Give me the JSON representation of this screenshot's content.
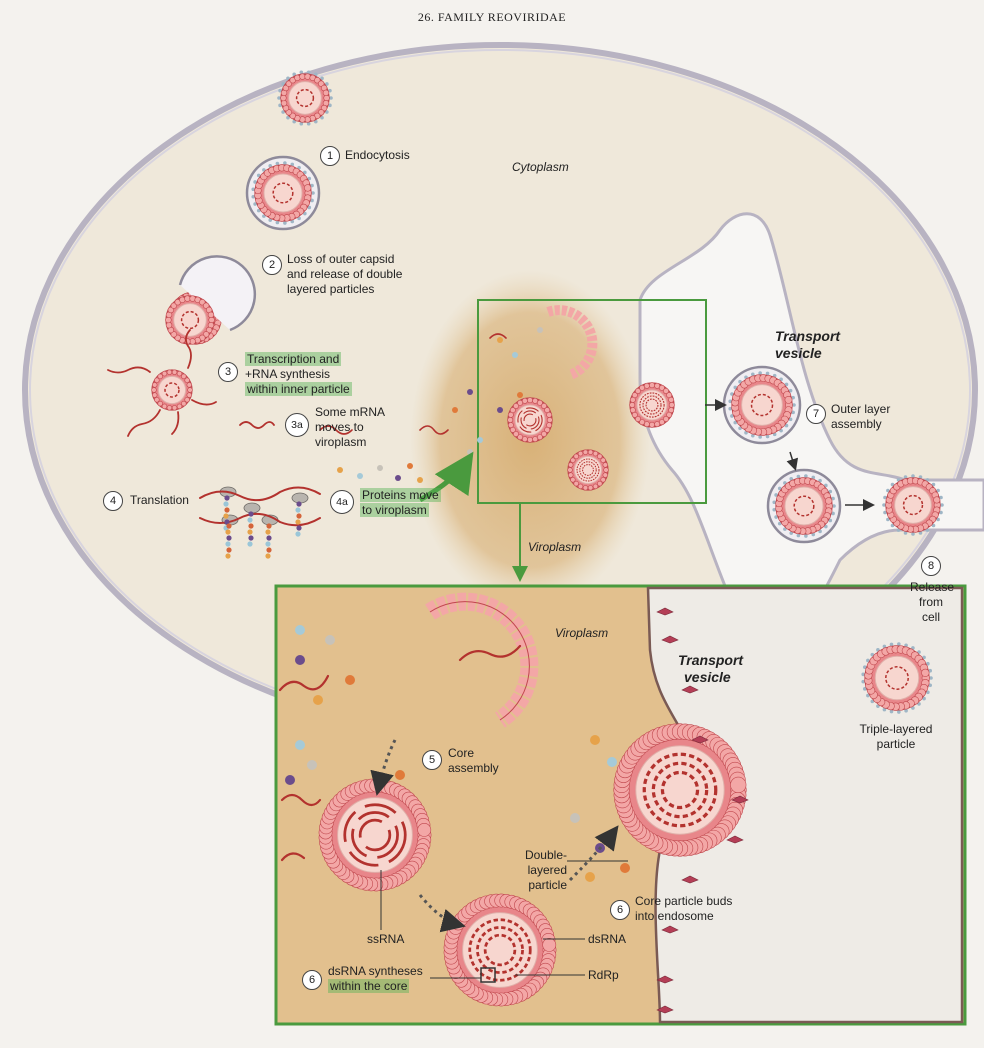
{
  "header": "26. FAMILY REOVIRIDAE",
  "regions": {
    "cytoplasm": "Cytoplasm",
    "viroplasm_top": "Viroplasm",
    "viroplasm_inset": "Viroplasm",
    "transport_top": [
      "Transport",
      "vesicle"
    ],
    "transport_inset": [
      "Transport",
      "vesicle"
    ]
  },
  "steps": {
    "s1": {
      "num": "1",
      "text": [
        "Endocytosis"
      ]
    },
    "s2": {
      "num": "2",
      "text": [
        "Loss of outer capsid",
        "and release of double",
        "layered particles"
      ]
    },
    "s3": {
      "num": "3",
      "text": [
        "Transcription and",
        "+RNA synthesis",
        "within inner particle"
      ]
    },
    "s3a": {
      "num": "3a",
      "text": [
        "Some mRNA",
        "moves to",
        "viroplasm"
      ]
    },
    "s4": {
      "num": "4",
      "text": [
        "Translation"
      ]
    },
    "s4a": {
      "num": "4a",
      "text": [
        "Proteins move",
        "to viroplasm"
      ]
    },
    "s5": {
      "num": "5",
      "text": [
        "Core",
        "assembly"
      ]
    },
    "s6a": {
      "num": "6",
      "text": [
        "Core particle buds",
        "into endosome"
      ]
    },
    "s6b": {
      "num": "6",
      "text": [
        "dsRNA syntheses",
        "within the core"
      ]
    },
    "s7": {
      "num": "7",
      "text": [
        "Outer layer",
        "assembly"
      ]
    },
    "s8": {
      "num": "8",
      "text": [
        "Release",
        "from cell"
      ]
    }
  },
  "labels": {
    "triple": [
      "Triple-layered",
      "particle"
    ],
    "double": [
      "Double-layered",
      "particle"
    ],
    "ssrna": "ssRNA",
    "dsrna": "dsRNA",
    "rdrp": "RdRp"
  },
  "colors": {
    "page": "#f4f2ee",
    "cytoplasm": "#efe8da",
    "membrane": "#b8b3c2",
    "viroplasm": "#d9b57e",
    "viroplasm_inset": "#e2c08e",
    "green_frame": "#4a9a3e",
    "capsid": "#e8868a",
    "capsid_edge": "#c0484e",
    "rna": "#b3322e",
    "core": "#f7d6cf"
  }
}
